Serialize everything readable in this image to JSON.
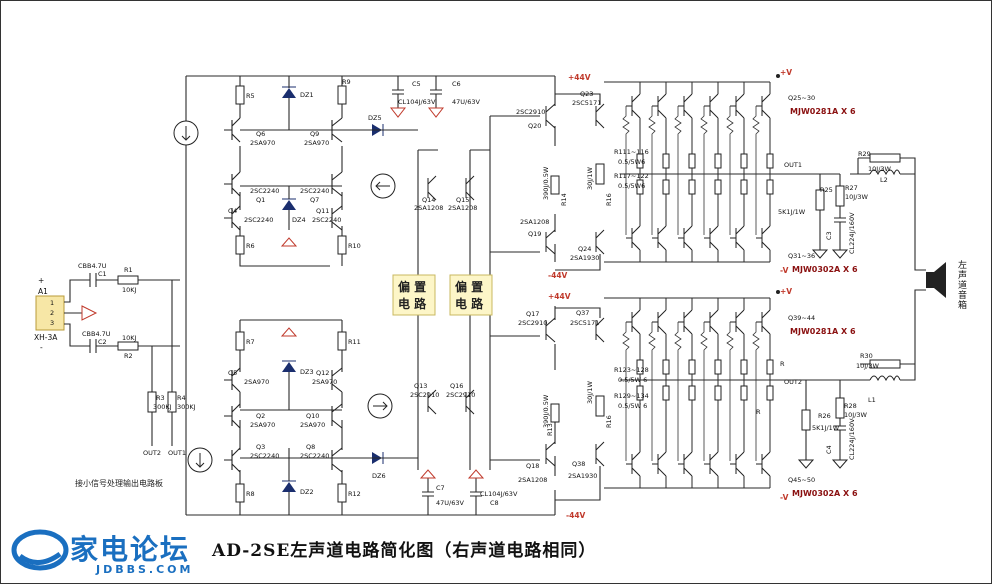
{
  "title": "AD-2SE左声道电路简化图（右声道电路相同）",
  "logo": {
    "name": "家电论坛",
    "url": "JDBBS.COM"
  },
  "note": "接小信号处理输出电路板",
  "connector": {
    "name": "A1",
    "type": "XH-3A",
    "pins": [
      "1",
      "2",
      "3"
    ],
    "plus": "+",
    "minus": "-"
  },
  "bias_labels": [
    "偏 置\n电 路",
    "偏 置\n电 路"
  ],
  "bias_1a": "偏 置",
  "bias_1b": "电 路",
  "speaker": "左声道音箱",
  "rails": {
    "pos44": "+44V",
    "neg44": "-44V",
    "pv": "+V",
    "nv": "-V"
  },
  "parts": {
    "C1": "C1",
    "cbb1": "CBB4.7U",
    "C2": "C2",
    "cbb2": "CBB4.7U",
    "R1": "R1",
    "R1v": "10KJ",
    "R2": "R2",
    "R2v": "10KJ",
    "R3": "R3",
    "R3v": "300KJ",
    "R4": "R4",
    "R4v": "300KJ",
    "OUT1": "OUT1",
    "OUT2": "OUT2",
    "R5": "R5",
    "R6": "R6",
    "R7": "R7",
    "R8": "R8",
    "R9": "R9",
    "R10": "R10",
    "R11": "R11",
    "R12": "R12",
    "DZ1": "DZ1",
    "DZ2": "DZ2",
    "DZ3": "DZ3",
    "DZ4": "DZ4",
    "DZ5": "DZ5",
    "DZ6": "DZ6",
    "Q1": "Q1",
    "Q1t": "2SC2240",
    "Q2": "Q2",
    "Q2t": "2SA970",
    "Q3": "Q3",
    "Q3t": "2SC2240",
    "Q4": "Q4",
    "Q4t": "2SC2240",
    "Q5": "Q5",
    "Q5t": "2SA970",
    "Q6": "Q6",
    "Q6t": "2SA970",
    "Q7": "Q7",
    "Q7t": "2SC2240",
    "Q8": "Q8",
    "Q8t": "2SC2240",
    "Q9": "Q9",
    "Q9t": "2SA970",
    "Q10": "Q10",
    "Q10t": "2SA970",
    "Q11": "Q11",
    "Q11t": "2SC2240",
    "Q12": "Q12",
    "Q12t": "2SA970",
    "Q13": "Q13",
    "Q13t": "2SC2910",
    "Q14": "Q14",
    "Q14t": "2SA1208",
    "Q15": "Q15",
    "Q15t": "2SA1208",
    "Q16": "Q16",
    "Q16t": "2SC2910",
    "Q17": "Q17",
    "Q17t": "2SC2910",
    "Q18": "Q18",
    "Q18t": "2SA1208",
    "Q19": "Q19",
    "Q19t": "2SA1208",
    "Q20": "Q20",
    "Q20t": "2SC2910",
    "Q23": "Q23",
    "Q23t": "2SC5171",
    "Q24": "Q24",
    "Q24t": "2SA1930",
    "Q37": "Q37",
    "Q37t": "2SC5171",
    "Q38": "Q38",
    "Q38t": "2SA1930",
    "C5": "C5",
    "C5v": "CL104J/63V",
    "C6": "C6",
    "C6v": "47U/63V",
    "C7": "C7",
    "C7v": "47U/63V",
    "C8": "C8",
    "C8v": "CL104J/63V",
    "R13": "R13",
    "R13v": "390J/0.5W",
    "R14": "R14",
    "R14v": "390J/0.5W",
    "R16a": "R16",
    "R16av": "30J/1W",
    "R16b": "R16",
    "R16bv": "30J/1W",
    "Q25_30": "Q25~30",
    "mjw_a": "MJW0281A X 6",
    "Q31_36": "Q31~36",
    "mjw_b": "MJW0302A X 6",
    "Q39_44": "Q39~44",
    "mjw_c": "MJW0281A X 6",
    "Q45_50": "Q45~50",
    "mjw_d": "MJW0302A X 6",
    "R111": "R111~116",
    "R111v": "0.5/5W6",
    "R117": "R117~122",
    "R117v": "0.5/5W6",
    "R123": "R123~128",
    "R123v": "0.5/5W 6",
    "R129": "R129~134",
    "R129v": "0.5/5W 6",
    "R_a": "R",
    "R_b": "R",
    "R5K1": "5K1J/1W",
    "OUT1b": "OUT1",
    "OUT2b": "OUT2",
    "R25": "R25",
    "R26": "R26",
    "R26v": "5K1J/1W",
    "R27": "R27",
    "R27v": "10J/3W",
    "R28": "R28",
    "R28v": "10J/3W",
    "R29": "R29",
    "R29v": "10J/3W",
    "R30": "R30",
    "R30v": "10J/3W",
    "L1": "L1",
    "L2": "L2",
    "C3": "C3",
    "C3v": "CL224J/160V",
    "C4": "C4",
    "C4v": "CL224J/160V"
  },
  "colors": {
    "rail": "#c0392b",
    "bias_box": "#fdf6c8",
    "connector": "#f7e7a6",
    "logo": "#1a6fc0"
  }
}
